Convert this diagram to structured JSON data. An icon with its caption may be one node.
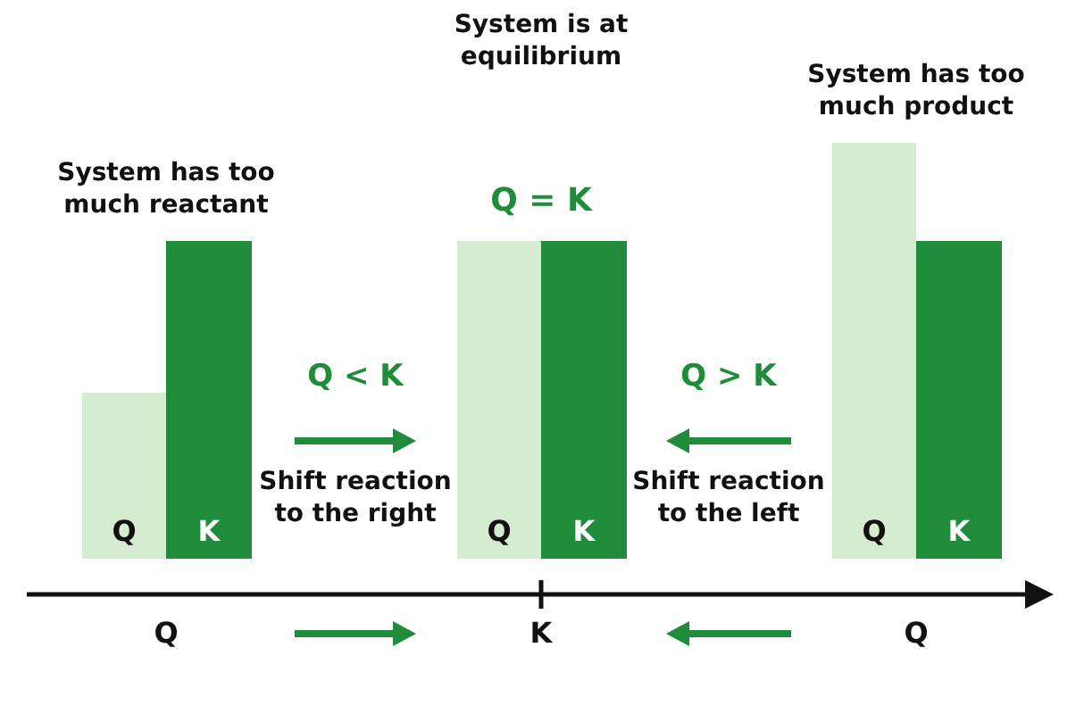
{
  "diagram": {
    "nodes": [
      {
        "text": [
          "Q"
        ]
      },
      {
        "text": [
          "K"
        ]
      },
      {
        "text": [
          "Q"
        ]
      },
      {
        "text": [
          "K"
        ]
      },
      {
        "text": [
          "Q"
        ]
      },
      {
        "text": [
          "K"
        ]
      }
    ],
    "labels": [
      "System is at equilibrium",
      "System has too much product",
      "System has too much reactant",
      "Q = K",
      "Q < K",
      "Q > K",
      "Shift reaction to the right",
      "Shift reaction to the left",
      "Q",
      "K",
      "Q"
    ]
  }
}
